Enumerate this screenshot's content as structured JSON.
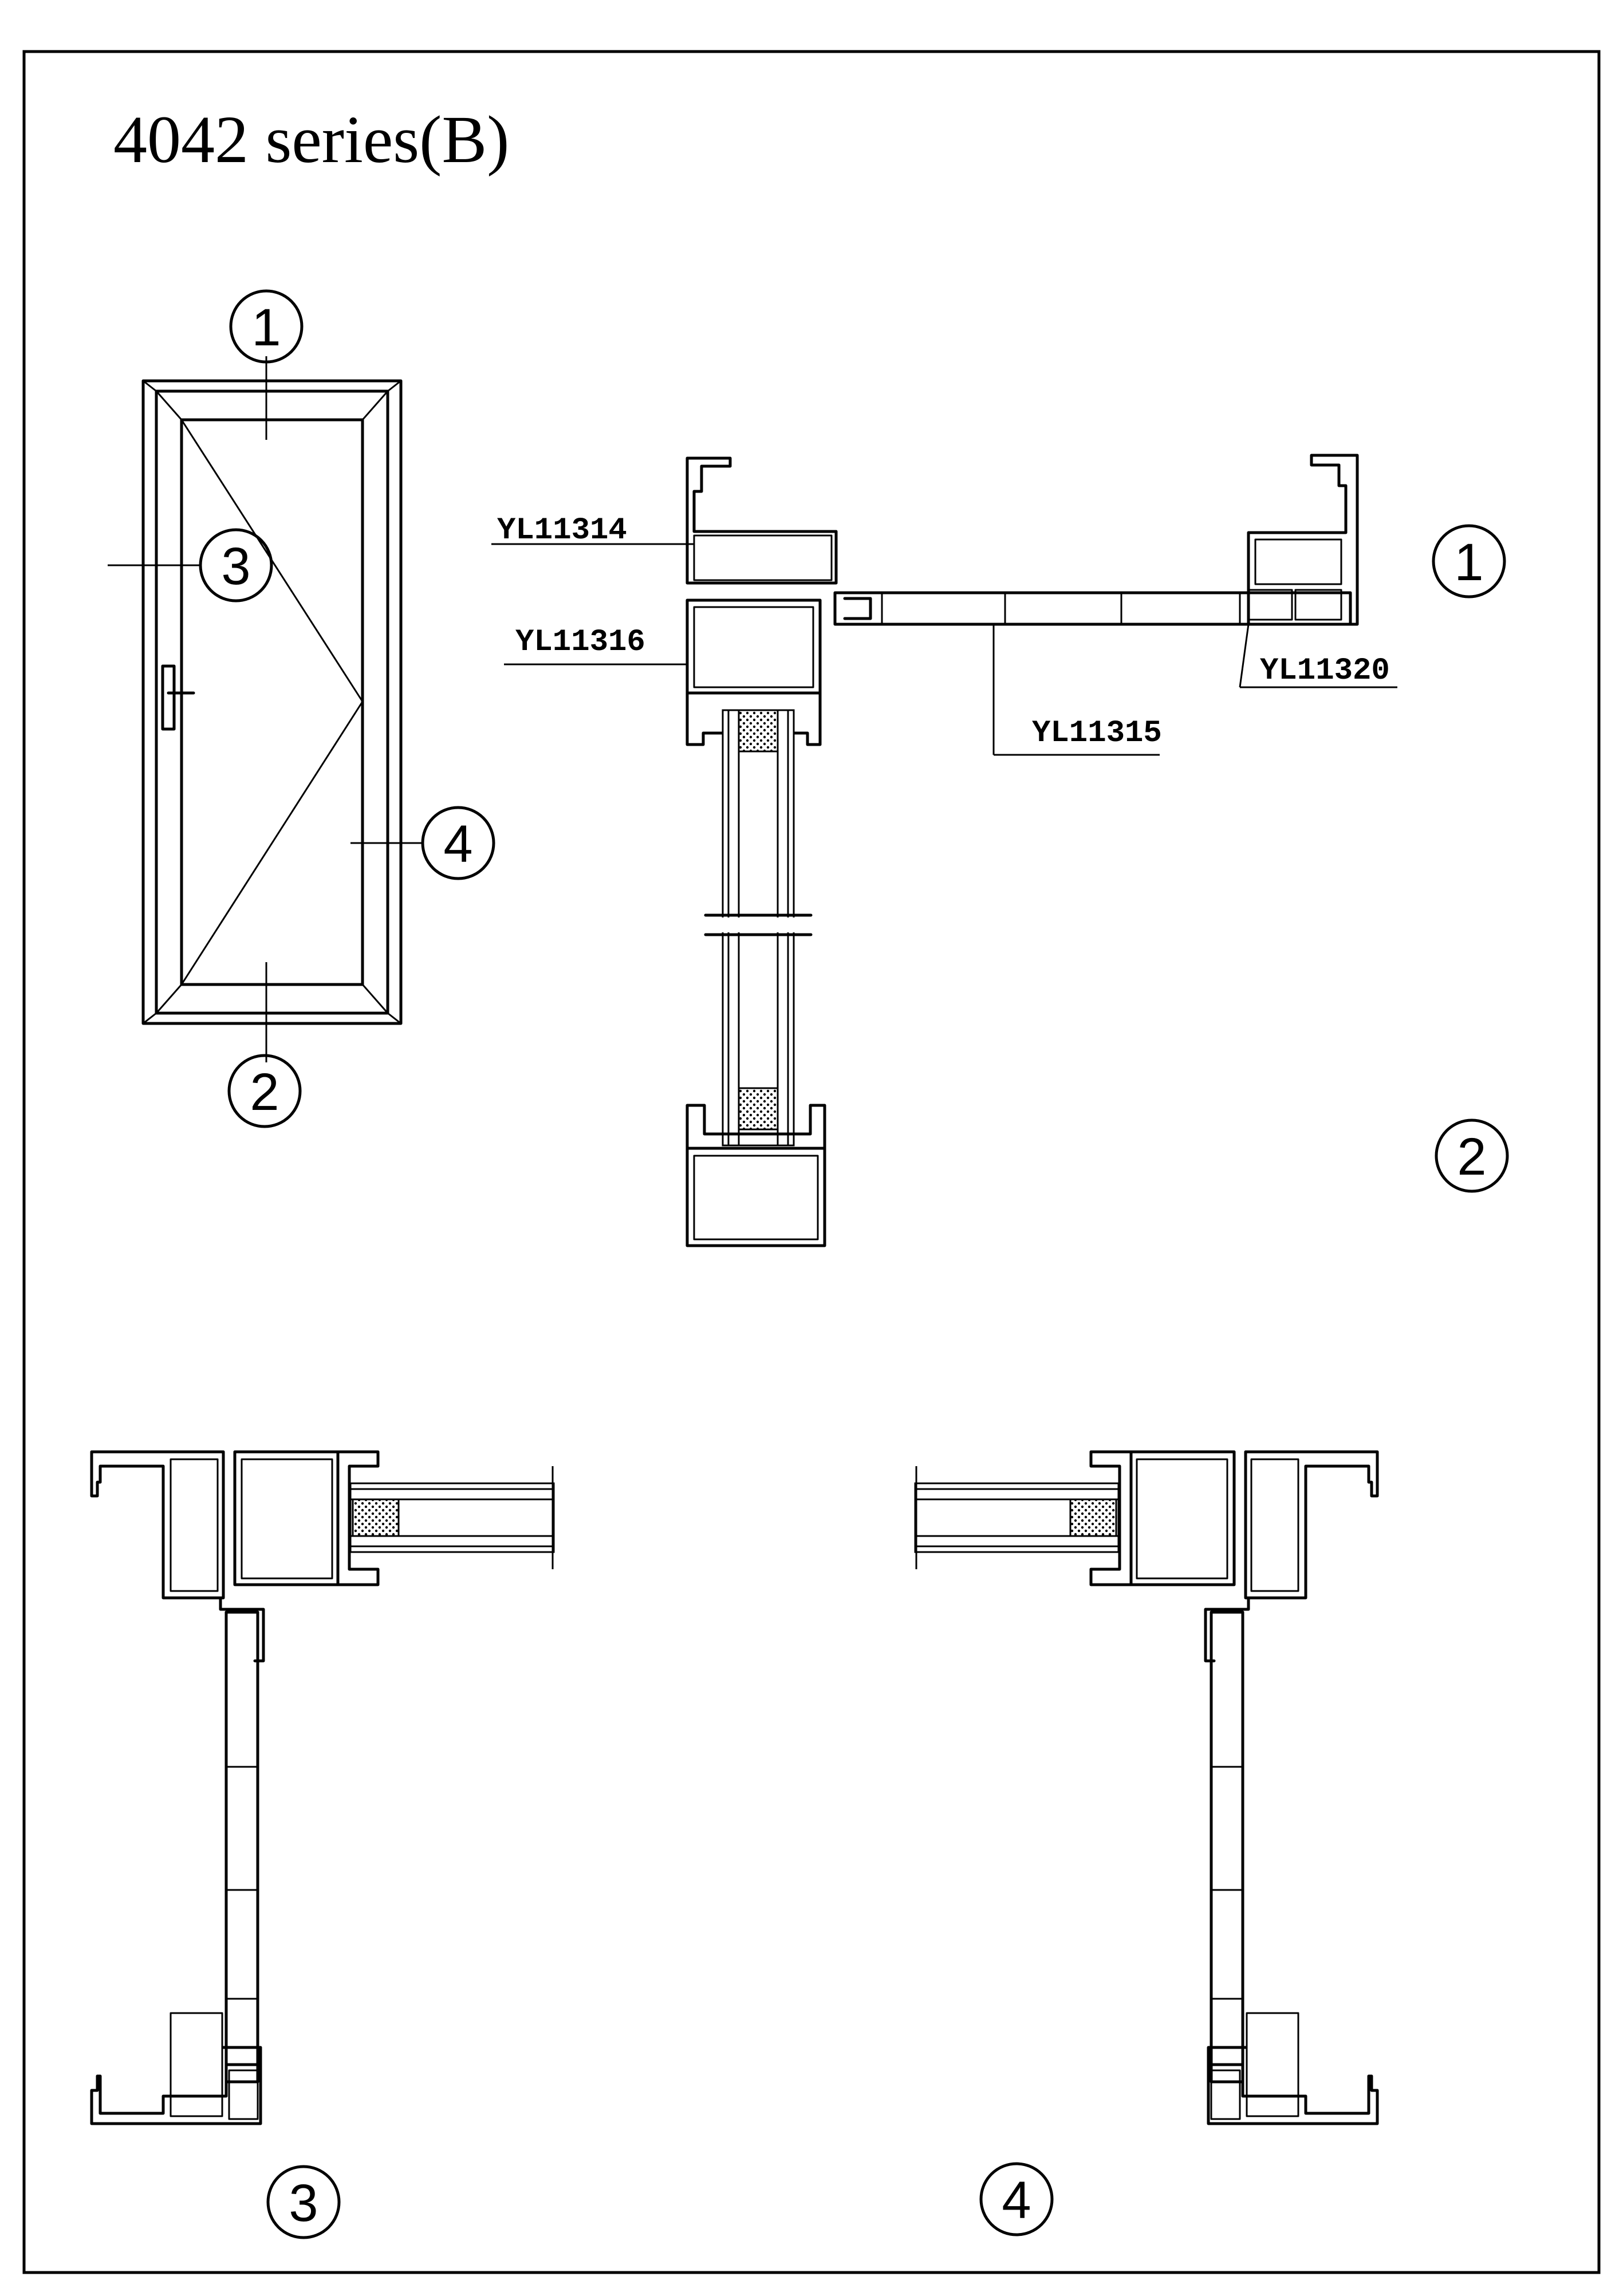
{
  "page": {
    "title": "4042 series(B)"
  },
  "callouts": {
    "one": "1",
    "two": "2",
    "three": "3",
    "four": "4"
  },
  "profiles": {
    "p1": "YL11314",
    "p2": "YL11316",
    "p3": "YL11315",
    "p4": "YL11320"
  }
}
